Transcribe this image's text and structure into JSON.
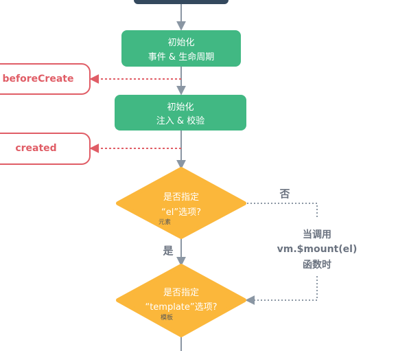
{
  "nodes": {
    "init_events": {
      "line1": "初始化",
      "line2": "事件 & 生命周期"
    },
    "init_inject": {
      "line1": "初始化",
      "line2": "注入 & 校验"
    },
    "hook_before_create": {
      "label": "beforeCreate"
    },
    "hook_created": {
      "label": "created"
    },
    "decision_el": {
      "line1": "是否指定",
      "line2": "“el”选项?",
      "note": "元素"
    },
    "decision_template": {
      "line1": "是否指定",
      "line2": "“template”选项?",
      "note": "模板"
    }
  },
  "edges": {
    "no_label": "否",
    "yes_label": "是",
    "mount_line1": "当调用",
    "mount_line2": "vm.$mount(el)",
    "mount_line3": "函数时"
  },
  "colors": {
    "process": "#41b883",
    "decision": "#fbb73b",
    "hook": "#e05d66",
    "start": "#34495e",
    "connector": "#8a96a3"
  }
}
